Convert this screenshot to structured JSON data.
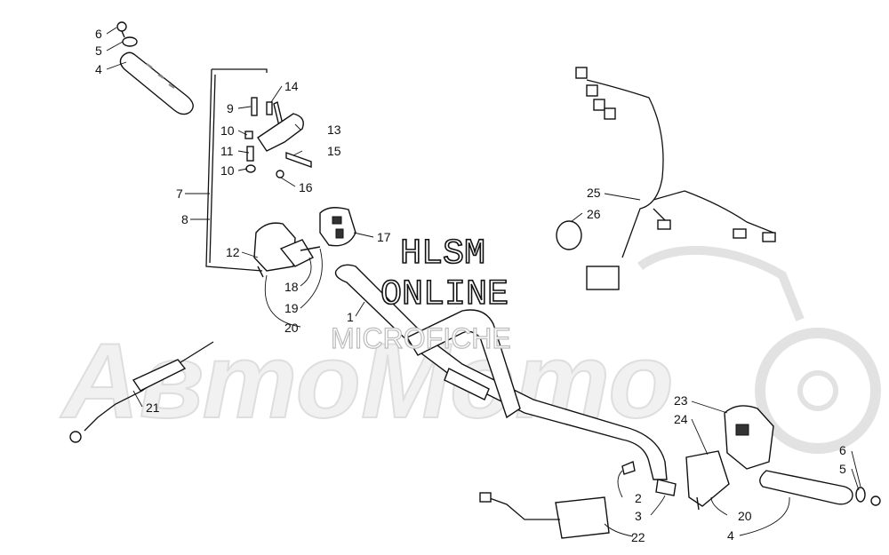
{
  "watermark": {
    "line1": "HLSM",
    "line2": "ONLINE",
    "line3": "MICROFICHE",
    "background_brand": "АвтоМото"
  },
  "colors": {
    "ink": "#111111",
    "background": "#ffffff",
    "watermark_gray": "#dedede"
  },
  "callouts": [
    {
      "id": "c6a",
      "label": "6"
    },
    {
      "id": "c5a",
      "label": "5"
    },
    {
      "id": "c4a",
      "label": "4"
    },
    {
      "id": "c14",
      "label": "14"
    },
    {
      "id": "c9",
      "label": "9"
    },
    {
      "id": "c13",
      "label": "13"
    },
    {
      "id": "c10a",
      "label": "10"
    },
    {
      "id": "c11",
      "label": "11"
    },
    {
      "id": "c15",
      "label": "15"
    },
    {
      "id": "c10b",
      "label": "10"
    },
    {
      "id": "c16",
      "label": "16"
    },
    {
      "id": "c7",
      "label": "7"
    },
    {
      "id": "c8",
      "label": "8"
    },
    {
      "id": "c17",
      "label": "17"
    },
    {
      "id": "c12",
      "label": "12"
    },
    {
      "id": "c18",
      "label": "18"
    },
    {
      "id": "c19",
      "label": "19"
    },
    {
      "id": "c20a",
      "label": "20"
    },
    {
      "id": "c1",
      "label": "1"
    },
    {
      "id": "c25",
      "label": "25"
    },
    {
      "id": "c26",
      "label": "26"
    },
    {
      "id": "c21",
      "label": "21"
    },
    {
      "id": "c23",
      "label": "23"
    },
    {
      "id": "c24",
      "label": "24"
    },
    {
      "id": "c6b",
      "label": "6"
    },
    {
      "id": "c5b",
      "label": "5"
    },
    {
      "id": "c2",
      "label": "2"
    },
    {
      "id": "c3",
      "label": "3"
    },
    {
      "id": "c20b",
      "label": "20"
    },
    {
      "id": "c4b",
      "label": "4"
    },
    {
      "id": "c22",
      "label": "22"
    }
  ]
}
